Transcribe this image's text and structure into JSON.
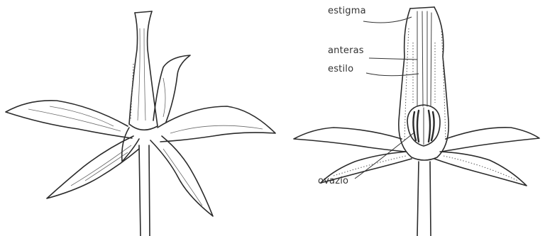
{
  "labels": {
    "stigma": "estigma",
    "anthers": "anteras",
    "style": "estilo",
    "faded": "",
    "ovary": "ovazio"
  }
}
